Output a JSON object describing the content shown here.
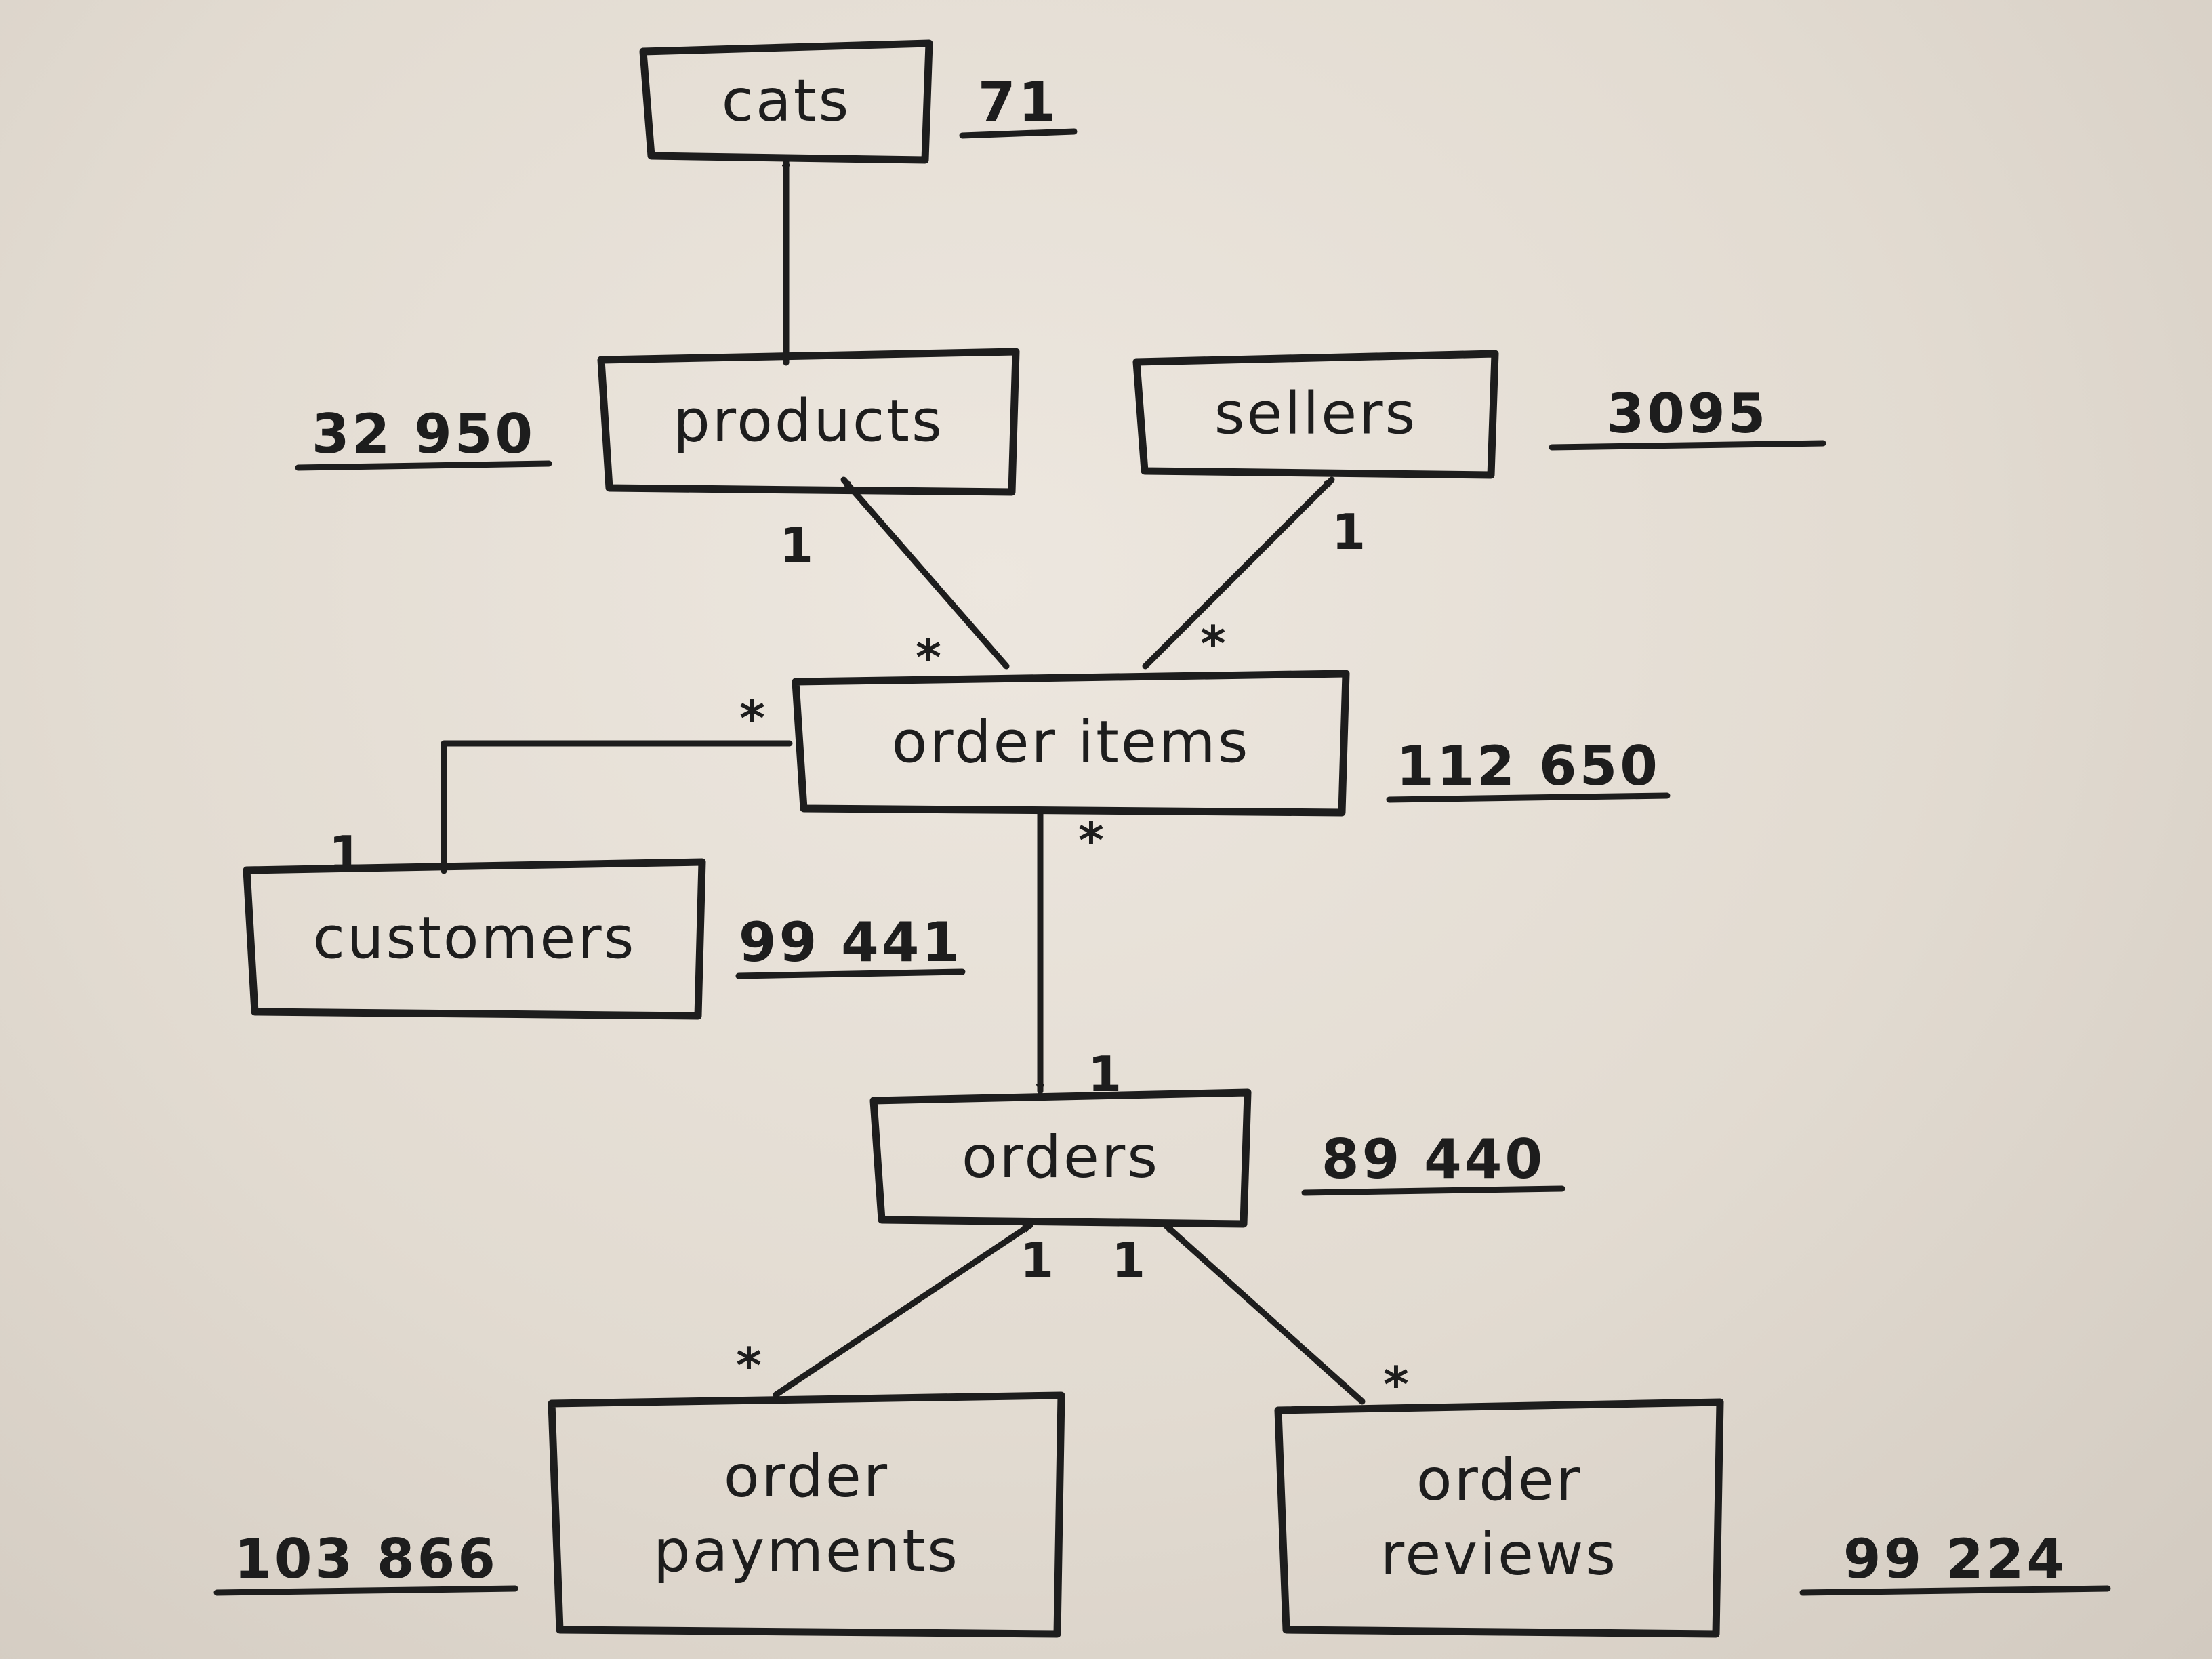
{
  "entities": {
    "cats": {
      "label": "cats",
      "count": "71"
    },
    "products": {
      "label": "products",
      "count": "32 950"
    },
    "sellers": {
      "label": "sellers",
      "count": "3095"
    },
    "order_items": {
      "label": "order items",
      "count": "112 650"
    },
    "customers": {
      "label": "customers",
      "count": "99 441"
    },
    "orders": {
      "label": "orders",
      "count": "89 440"
    },
    "order_payments": {
      "label": [
        "order",
        "payments"
      ],
      "count": "103 866"
    },
    "order_reviews": {
      "label": [
        "order",
        "reviews"
      ],
      "count": "99 224"
    }
  },
  "relationships": [
    {
      "from": "products",
      "to": "cats",
      "from_mult": "",
      "to_mult": ""
    },
    {
      "from": "order_items",
      "to": "products",
      "from_mult": "*",
      "to_mult": "1"
    },
    {
      "from": "order_items",
      "to": "sellers",
      "from_mult": "*",
      "to_mult": "1"
    },
    {
      "from": "order_items",
      "to": "customers",
      "from_mult": "*",
      "to_mult": "1"
    },
    {
      "from": "order_items",
      "to": "orders",
      "from_mult": "*",
      "to_mult": "1"
    },
    {
      "from": "order_payments",
      "to": "orders",
      "from_mult": "*",
      "to_mult": "1"
    },
    {
      "from": "order_reviews",
      "to": "orders",
      "from_mult": "*",
      "to_mult": "1"
    }
  ]
}
